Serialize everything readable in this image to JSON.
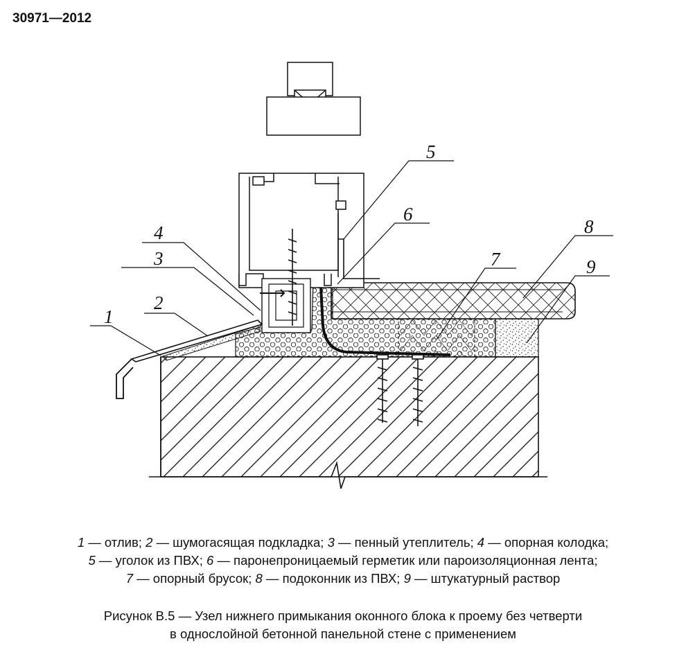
{
  "header": {
    "standard_number": "30971—2012"
  },
  "callouts": [
    {
      "num": "1"
    },
    {
      "num": "2"
    },
    {
      "num": "3"
    },
    {
      "num": "4"
    },
    {
      "num": "5"
    },
    {
      "num": "6"
    },
    {
      "num": "7"
    },
    {
      "num": "8"
    },
    {
      "num": "9"
    }
  ],
  "legend": {
    "lines": [
      [
        {
          "num": "1",
          "text": " — отлив; "
        },
        {
          "num": "2",
          "text": " — шумогасящая подкладка; "
        },
        {
          "num": "3",
          "text": " — пенный утеплитель; "
        },
        {
          "num": "4",
          "text": " — опорная колодка;"
        }
      ],
      [
        {
          "num": "5",
          "text": " — уголок из ПВХ; "
        },
        {
          "num": "6",
          "text": " — паронепроницаемый герметик или пароизоляционная лента;"
        }
      ],
      [
        {
          "num": "7",
          "text": " — опорный брусок; "
        },
        {
          "num": "8",
          "text": " — подоконник из ПВХ; "
        },
        {
          "num": "9",
          "text": " — штукатурный раствор"
        }
      ]
    ]
  },
  "caption": {
    "line1": "Рисунок В.5 — Узел нижнего примыкания оконного блока к проему без четверти",
    "line2": "в однослойной бетонной панельной стене с применением"
  },
  "colors": {
    "ink": "#111111",
    "background": "#ffffff"
  }
}
